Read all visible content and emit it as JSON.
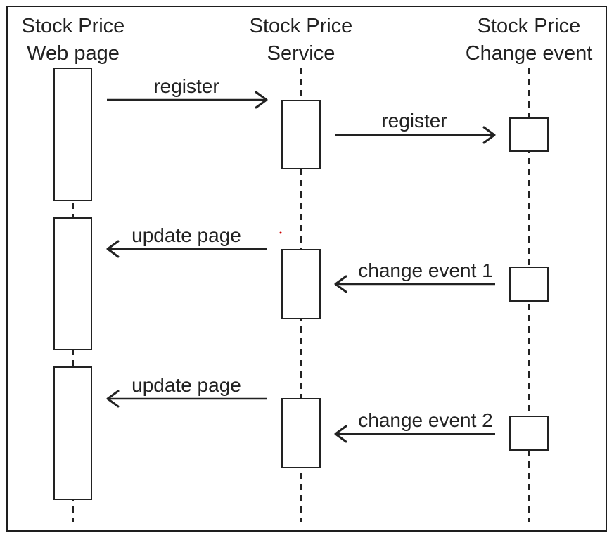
{
  "participants": {
    "web_page": {
      "line1": "Stock Price",
      "line2": "Web page"
    },
    "service": {
      "line1": "Stock Price",
      "line2": "Service"
    },
    "change_event": {
      "line1": "Stock Price",
      "line2": "Change event"
    }
  },
  "messages": {
    "register_1": "register",
    "register_2": "register",
    "update_page_1": "update page",
    "change_event_1": "change event 1",
    "update_page_2": "update page",
    "change_event_2": "change event 2"
  },
  "colors": {
    "stroke": "#222222",
    "background": "#ffffff",
    "stray_dot": "#cc0000"
  }
}
